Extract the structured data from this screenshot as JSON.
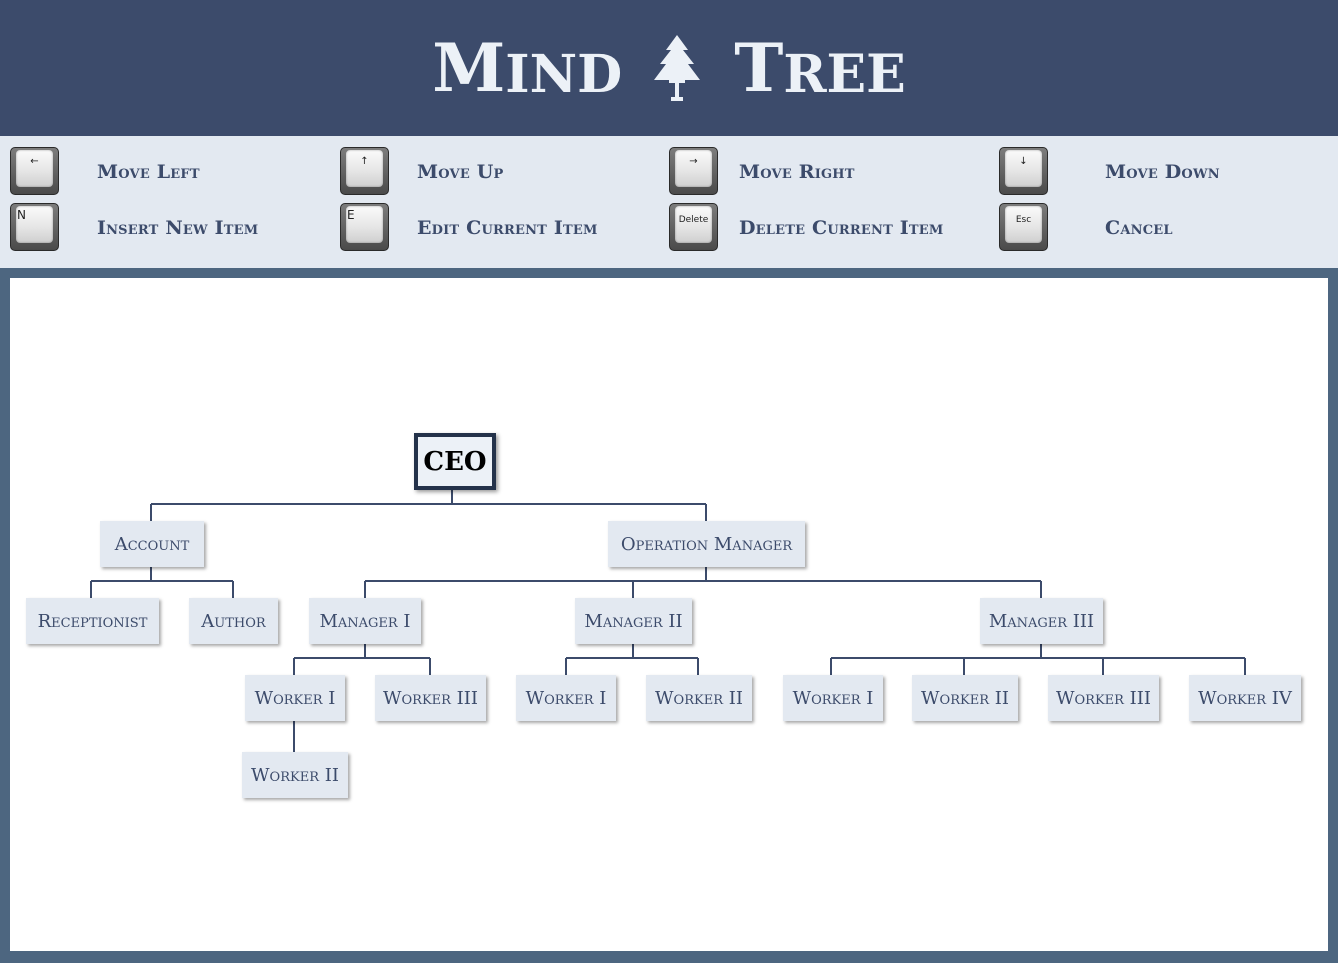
{
  "app": {
    "title_word1": "Mind",
    "title_word2": "Tree",
    "logo_icon": "pine-tree-icon",
    "colors": {
      "header_bg": "#3c4b6b",
      "panel_bg": "#e3e9f1",
      "frame_bg": "#4d6680",
      "node_text": "#3c4b6b",
      "root_border": "#24324a"
    }
  },
  "shortcuts": [
    {
      "key": "←",
      "icon": "arrow-left-key-icon",
      "label": "Move Left"
    },
    {
      "key": "↑",
      "icon": "arrow-up-key-icon",
      "label": "Move Up"
    },
    {
      "key": "→",
      "icon": "arrow-right-key-icon",
      "label": "Move Right"
    },
    {
      "key": "↓",
      "icon": "arrow-down-key-icon",
      "label": "Move Down"
    },
    {
      "key": "N",
      "icon": "n-key-icon",
      "label": "Insert New Item"
    },
    {
      "key": "E",
      "icon": "e-key-icon",
      "label": "Edit Current Item"
    },
    {
      "key": "Delete",
      "icon": "delete-key-icon",
      "label": "Delete Current Item"
    },
    {
      "key": "Esc",
      "icon": "esc-key-icon",
      "label": "Cancel"
    }
  ],
  "tree": {
    "ceo": "CEO",
    "account": "Account",
    "receptionist": "Receptionist",
    "author": "Author",
    "operation_manager": "Operation Manager",
    "m1": "Manager I",
    "m1_w1": "Worker I",
    "m1_w1_w2": "Worker II",
    "m1_w3": "Worker III",
    "m2": "Manager II",
    "m2_w1": "Worker I",
    "m2_w2": "Worker II",
    "m3": "Manager III",
    "m3_w1": "Worker I",
    "m3_w2": "Worker II",
    "m3_w3": "Worker III",
    "m3_w4": "Worker IV"
  }
}
